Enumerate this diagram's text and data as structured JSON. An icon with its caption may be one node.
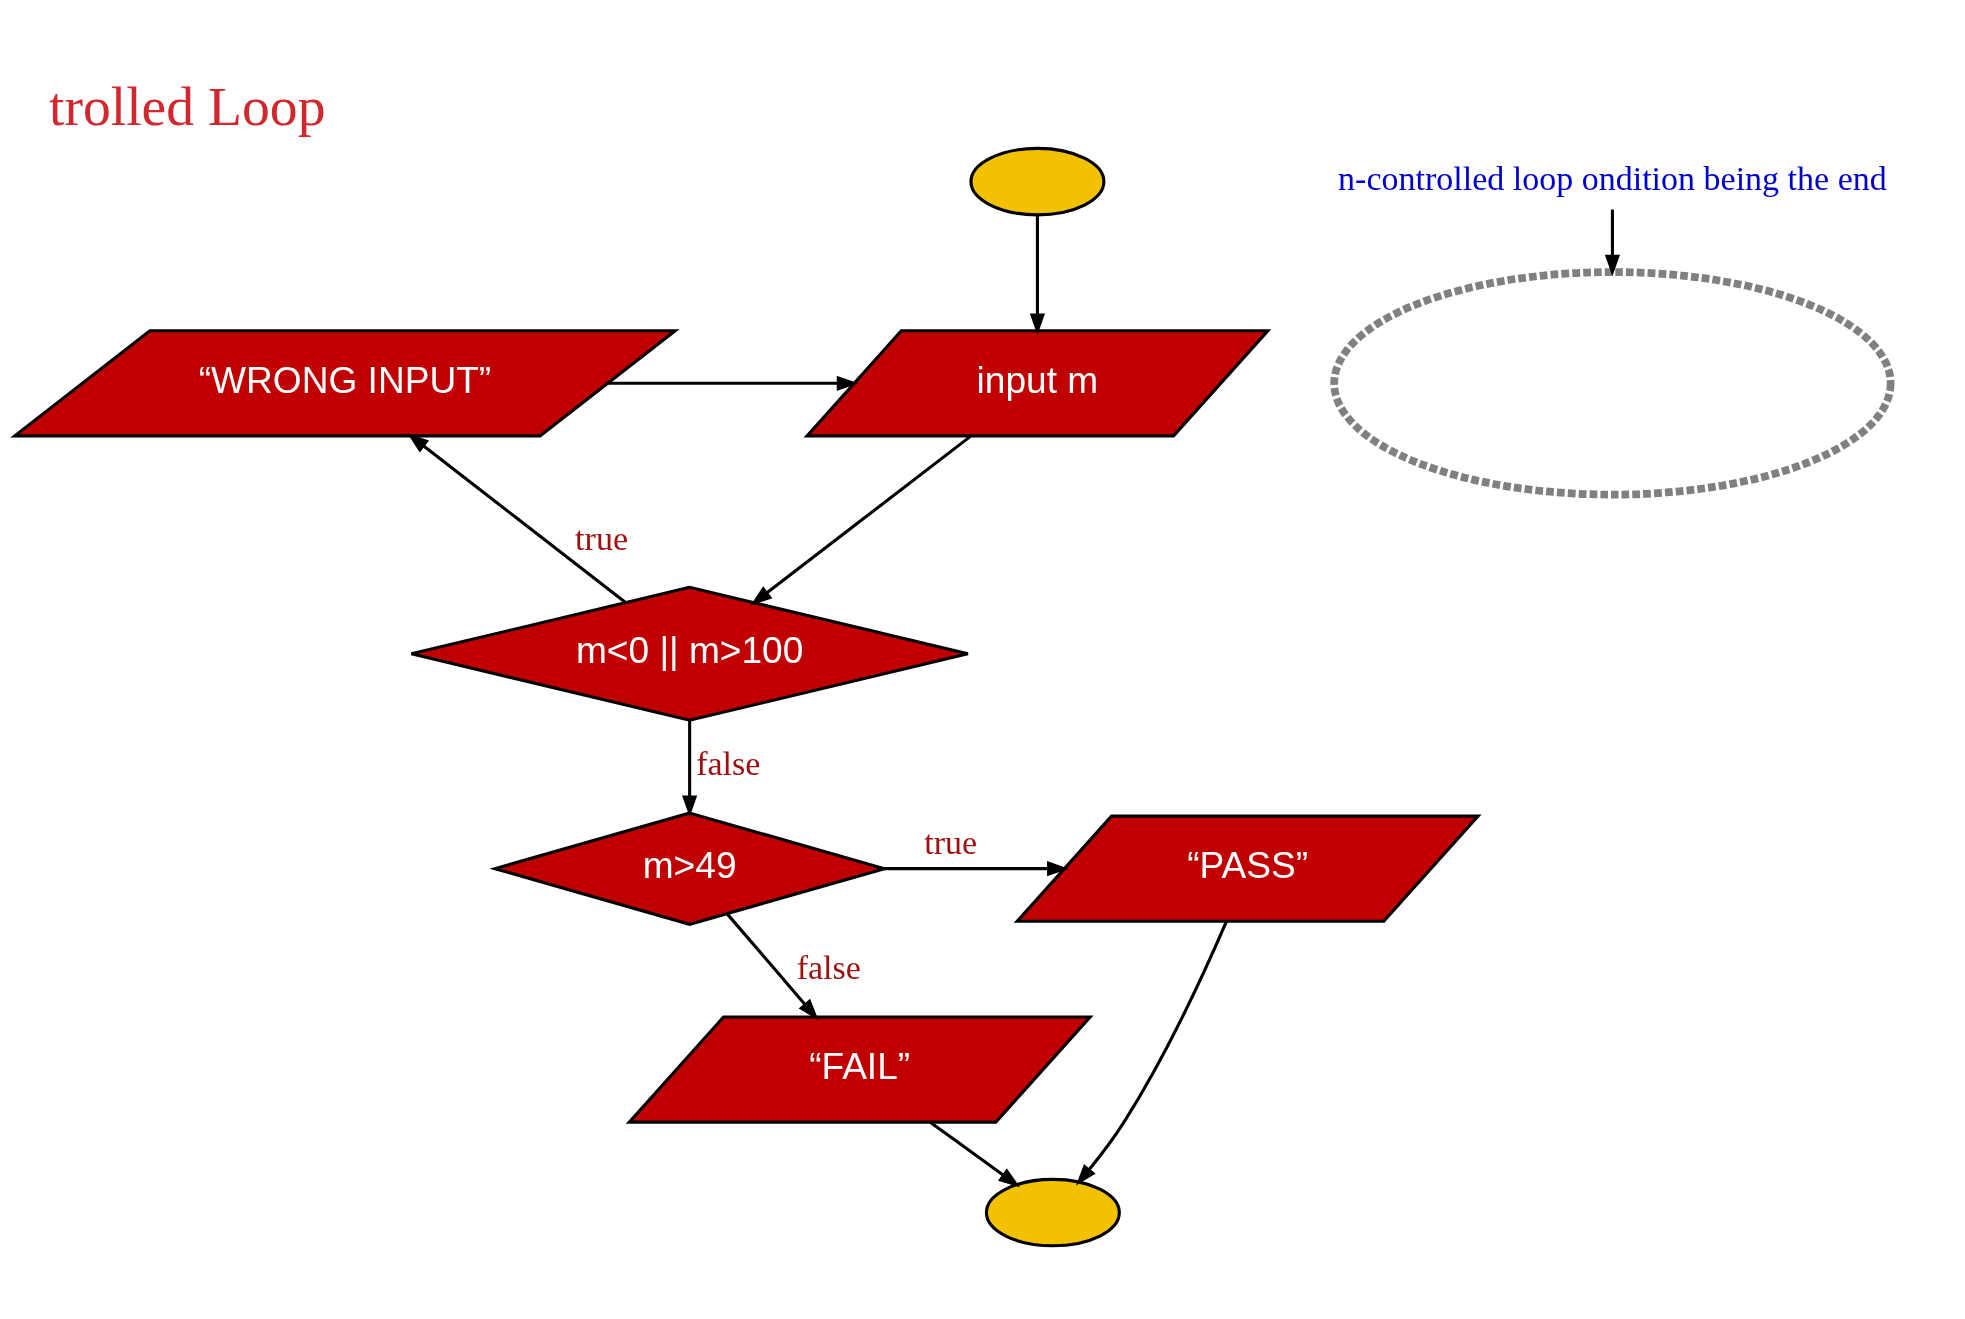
{
  "diagram": {
    "title": "trolled Loop",
    "nodes": [
      {
        "text": [],
        "shape": "ellipse"
      },
      {
        "text": [
          "input m"
        ]
      },
      {
        "text": [
          "“WRONG INPUT”"
        ]
      },
      {
        "text": [
          "m<0 || m>100"
        ]
      },
      {
        "text": [
          "m>49"
        ]
      },
      {
        "text": [
          "“PASS”"
        ]
      },
      {
        "text": [
          "“FAIL”"
        ]
      },
      {
        "text": [],
        "shape": "ellipse"
      },
      {
        "text": [],
        "shape": "ellipse"
      },
      {
        "text": [
          "n-controlled loop ondition being the end"
        ]
      }
    ],
    "edges": [
      {
        "from": 0,
        "to": 1,
        "arrow": "to"
      },
      {
        "from": 1,
        "to": 3,
        "arrow": "to"
      },
      {
        "from": 3,
        "to": 2,
        "arrow": "to",
        "label": "true"
      },
      {
        "from": 2,
        "to": 1,
        "arrow": "to"
      },
      {
        "from": 3,
        "to": 4,
        "arrow": "to",
        "label": "false"
      },
      {
        "from": 4,
        "to": 5,
        "arrow": "to",
        "label": "true"
      },
      {
        "from": 4,
        "to": 6,
        "arrow": "to",
        "label": "false"
      },
      {
        "from": 6,
        "to": 7,
        "arrow": "to"
      },
      {
        "from": 5,
        "to": 7,
        "arrow": "to"
      },
      {
        "from": 9,
        "to": 8,
        "arrow": "to"
      }
    ]
  }
}
